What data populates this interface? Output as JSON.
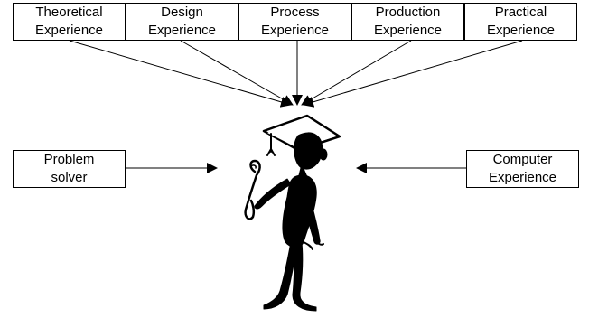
{
  "diagram": {
    "top_boxes": [
      {
        "label": "Theoretical\nExperience"
      },
      {
        "label": "Design\nExperience"
      },
      {
        "label": "Process\nExperience"
      },
      {
        "label": "Production\nExperience"
      },
      {
        "label": "Practical\nExperience"
      }
    ],
    "left_box": {
      "label": "Problem\nsolver"
    },
    "right_box": {
      "label": "Computer\nExperience"
    },
    "center_figure": {
      "icon": "graduate-figure-icon"
    },
    "colors": {
      "line": "#000000",
      "background": "#ffffff",
      "figure": "#000000"
    }
  }
}
